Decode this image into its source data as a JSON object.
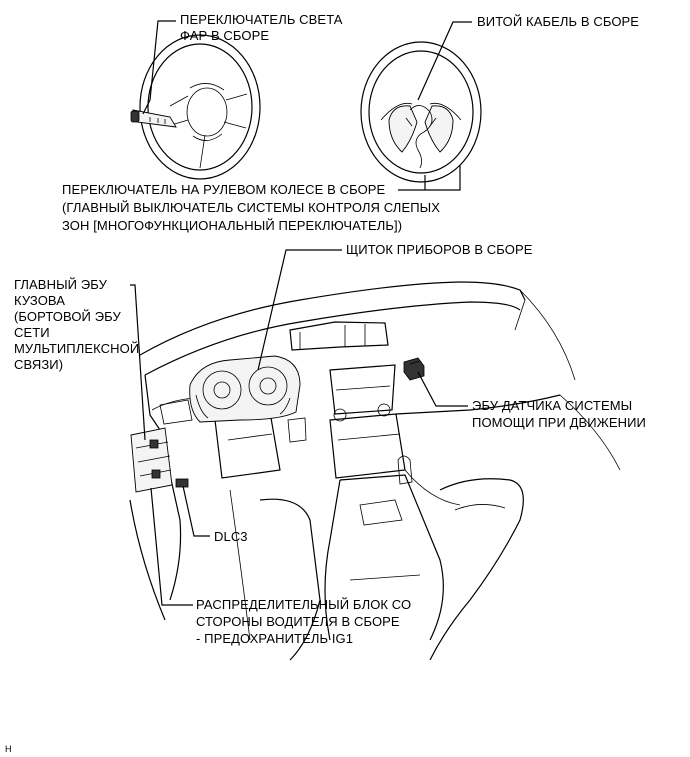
{
  "labels": {
    "headlight_switch": [
      "ПЕРЕКЛЮЧАТЕЛЬ СВЕТА",
      "ФАР В СБОРЕ"
    ],
    "spiral_cable": [
      "ВИТОЙ КАБЕЛЬ В СБОРЕ"
    ],
    "steering_pad_switch": [
      "ПЕРЕКЛЮЧАТЕЛЬ НА РУЛЕВОМ КОЛЕСЕ В СБОРЕ",
      "(ГЛАВНЫЙ ВЫКЛЮЧАТЕЛЬ СИСТЕМЫ КОНТРОЛЯ СЛЕПЫХ",
      "ЗОН [МНОГОФУНКЦИОНАЛЬНЫЙ ПЕРЕКЛЮЧАТЕЛЬ])"
    ],
    "combination_meter": [
      "ЩИТОК ПРИБОРОВ В СБОРЕ"
    ],
    "main_body_ecu": [
      "ГЛАВНЫЙ ЭБУ",
      "КУЗОВА",
      "(БОРТОВОЙ ЭБУ",
      "СЕТИ",
      "МУЛЬТИПЛЕКСНОЙ",
      "СВЯЗИ)"
    ],
    "sensor_ecu": [
      "ЭБУ ДАТЧИКА СИСТЕМЫ",
      "ПОМОЩИ ПРИ ДВИЖЕНИИ"
    ],
    "dlc3": [
      "DLC3"
    ],
    "junction_block": [
      "РАСПРЕДЕЛИТЕЛЬНЫЙ БЛОК СО",
      "СТОРОНЫ ВОДИТЕЛЯ В СБОРЕ",
      "- ПРЕДОХРАНИТЕЛЬ IG1"
    ]
  },
  "figure_id": "H"
}
